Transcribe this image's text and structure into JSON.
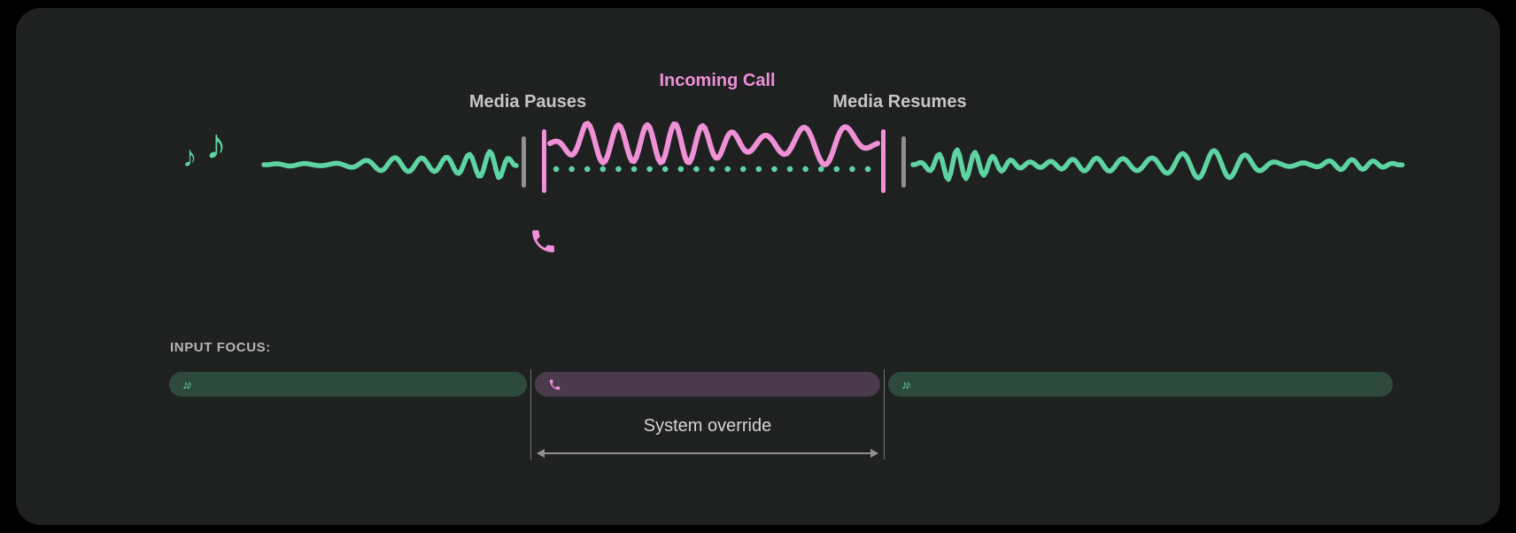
{
  "colors": {
    "canvas": "#000000",
    "card": "#1f2120",
    "media-green": "#5ed4a2",
    "call-pink": "#f091d8",
    "title-pink": "#ee8ed8",
    "label-gray": "#c6c6c6",
    "heading-gray": "#b5b5b5",
    "override-gray": "#d4d4d4",
    "pill-green": "#2d4a3c",
    "pill-purple": "#4a3a4c",
    "marker-gray": "#8f8f8f",
    "guide-gray": "#909090"
  },
  "timeline": {
    "media_pauses": "Media Pauses",
    "incoming_call": "Incoming Call",
    "media_resumes": "Media Resumes"
  },
  "input_focus": {
    "heading": "INPUT FOCUS:",
    "system_override": "System override",
    "segments": [
      {
        "kind": "media",
        "icon": "music-notes-icon"
      },
      {
        "kind": "call",
        "icon": "phone-icon"
      },
      {
        "kind": "media",
        "icon": "music-notes-icon"
      }
    ]
  },
  "icons": {
    "music_note": "♪",
    "pill_music_notes": "♪♪"
  }
}
